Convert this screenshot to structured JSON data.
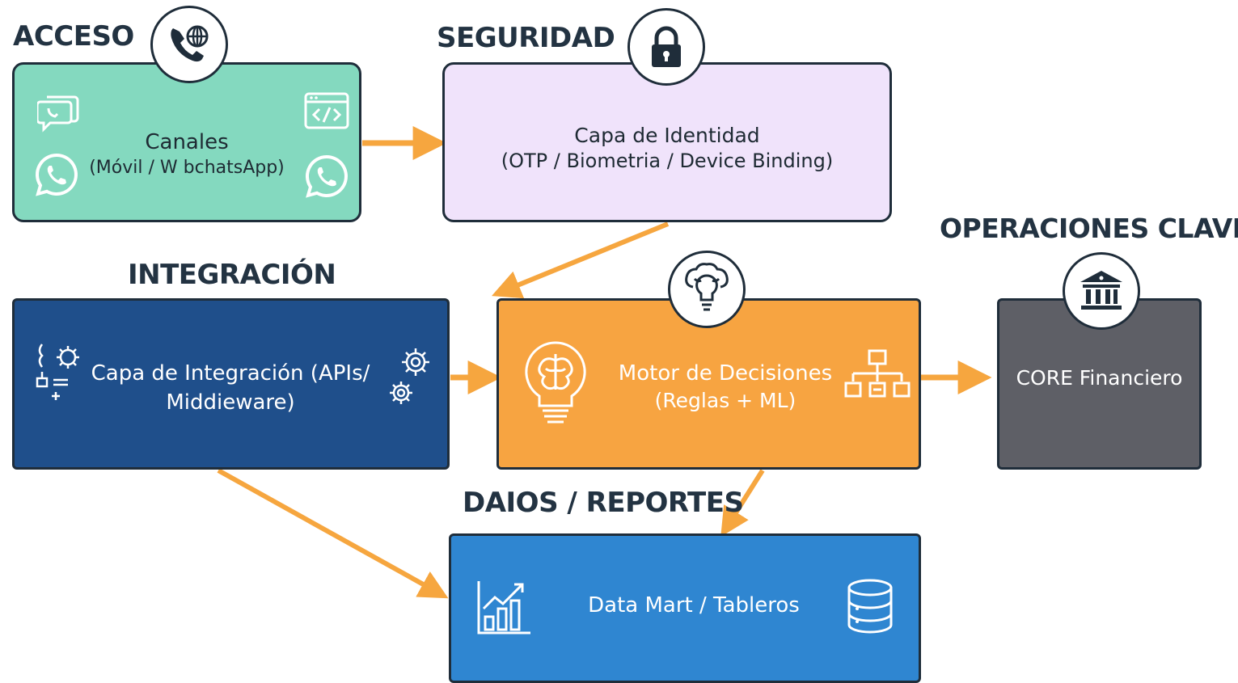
{
  "sections": {
    "acceso": "ACCESO",
    "seguridad": "SEGURIDAD",
    "integracion": "INTEGRACIÓN",
    "operaciones": "OPERACIONES CLAVE",
    "datos": "DAIOS / REPORTES"
  },
  "nodes": {
    "canales": {
      "line1": "Canales",
      "line2": "(Móvil / W bchatsApp)"
    },
    "identidad": {
      "line1": "Capa de Identidad",
      "line2": "(OTP / Biometria / Device Binding)"
    },
    "integracion": {
      "line1": "Capa de Integración (APIs/",
      "line2": "Middieware)"
    },
    "motor": {
      "line1": "Motor de Decisiones",
      "line2": "(Reglas + ML)"
    },
    "core": {
      "line1": "CORE Financiero"
    },
    "datamart": {
      "line1": "Data Mart / Tableros"
    }
  },
  "icons": {
    "acceso_badge": "phone-globe-icon",
    "seguridad_badge": "padlock-icon",
    "motor_badge": "brain-lightbulb-icon",
    "operaciones_badge": "bank-icon",
    "canales_icons": [
      "chat-bubble-icon",
      "code-window-icon",
      "whatsapp-icon",
      "whatsapp-icon"
    ],
    "integracion_icons": [
      "api-nodes-icon",
      "gear-icon"
    ],
    "motor_icons": [
      "brain-lightbulb-icon",
      "flowchart-icon"
    ],
    "datamart_icons": [
      "bar-chart-icon",
      "database-icon"
    ]
  },
  "colors": {
    "canales": "#84d9bf",
    "identidad": "#f0e3fb",
    "integracion": "#1f4f8b",
    "motor": "#f7a441",
    "core": "#5e5f66",
    "datamart": "#2f86d1",
    "arrow": "#f6a63f",
    "outline": "#1f2d3a"
  },
  "connections": [
    {
      "from": "canales",
      "to": "identidad"
    },
    {
      "from": "identidad",
      "to": "motor"
    },
    {
      "from": "integracion",
      "to": "motor"
    },
    {
      "from": "motor",
      "to": "core"
    },
    {
      "from": "integracion",
      "to": "datamart"
    },
    {
      "from": "motor",
      "to": "datamart"
    }
  ]
}
